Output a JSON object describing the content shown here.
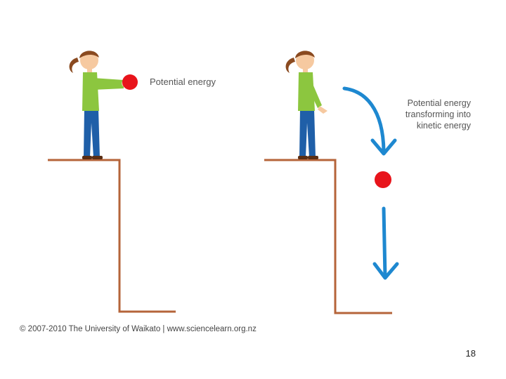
{
  "labels": {
    "potential_energy": "Potential energy",
    "transforming": [
      "Potential energy",
      "transforming into",
      "kinetic energy"
    ]
  },
  "footer": {
    "copyright": "© 2007-2010 The University of Waikato | www.sciencelearn.org.nz",
    "page_number": "18"
  },
  "colors": {
    "ledge": "#b5643a",
    "shirt": "#8cc63f",
    "pants": "#1f5fa8",
    "ball": "#e8141b",
    "arrow": "#1e88d0",
    "hair": "#8a4a20",
    "skin": "#f6c9a0"
  }
}
